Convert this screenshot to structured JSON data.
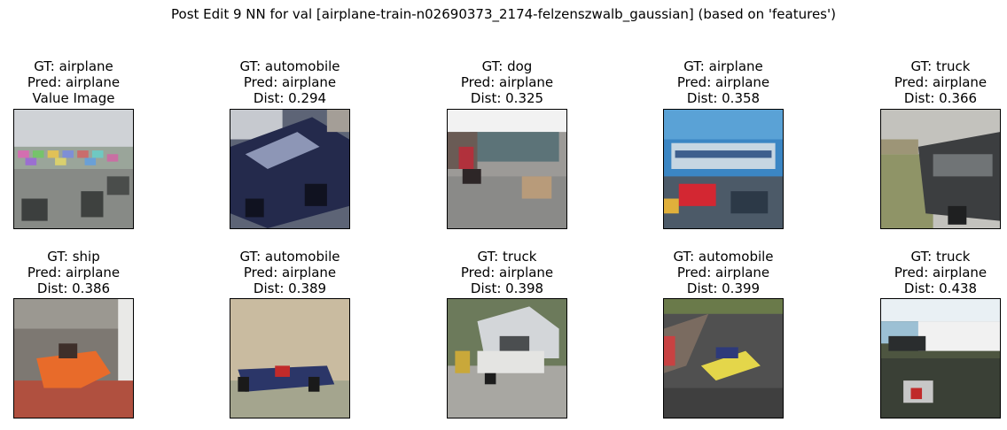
{
  "figure": {
    "title": "Post Edit 9 NN for val [airplane-train-n02690373_2174-felzenszwalb_gaussian] (based on 'features')"
  },
  "rows": [
    [
      {
        "gt": "GT: airplane",
        "pred": "Pred: airplane",
        "extra": "Value Image",
        "scene": "parking-lot"
      },
      {
        "gt": "GT: automobile",
        "pred": "Pred: airplane",
        "extra": "Dist: 0.294",
        "scene": "dark-car"
      },
      {
        "gt": "GT: dog",
        "pred": "Pred: airplane",
        "extra": "Dist: 0.325",
        "scene": "dog-street"
      },
      {
        "gt": "GT: airplane",
        "pred": "Pred: airplane",
        "extra": "Dist: 0.358",
        "scene": "blue-airliner"
      },
      {
        "gt": "GT: truck",
        "pred": "Pred: airplane",
        "extra": "Dist: 0.366",
        "scene": "dark-truck"
      }
    ],
    [
      {
        "gt": "GT: ship",
        "pred": "Pred: airplane",
        "extra": "Dist: 0.386",
        "scene": "orange-boat"
      },
      {
        "gt": "GT: automobile",
        "pred": "Pred: airplane",
        "extra": "Dist: 0.389",
        "scene": "race-car-beige"
      },
      {
        "gt": "GT: truck",
        "pred": "Pred: airplane",
        "extra": "Dist: 0.398",
        "scene": "tow-truck"
      },
      {
        "gt": "GT: automobile",
        "pred": "Pred: airplane",
        "extra": "Dist: 0.399",
        "scene": "race-car-track"
      },
      {
        "gt": "GT: truck",
        "pred": "Pred: airplane",
        "extra": "Dist: 0.438",
        "scene": "white-truck"
      }
    ]
  ]
}
